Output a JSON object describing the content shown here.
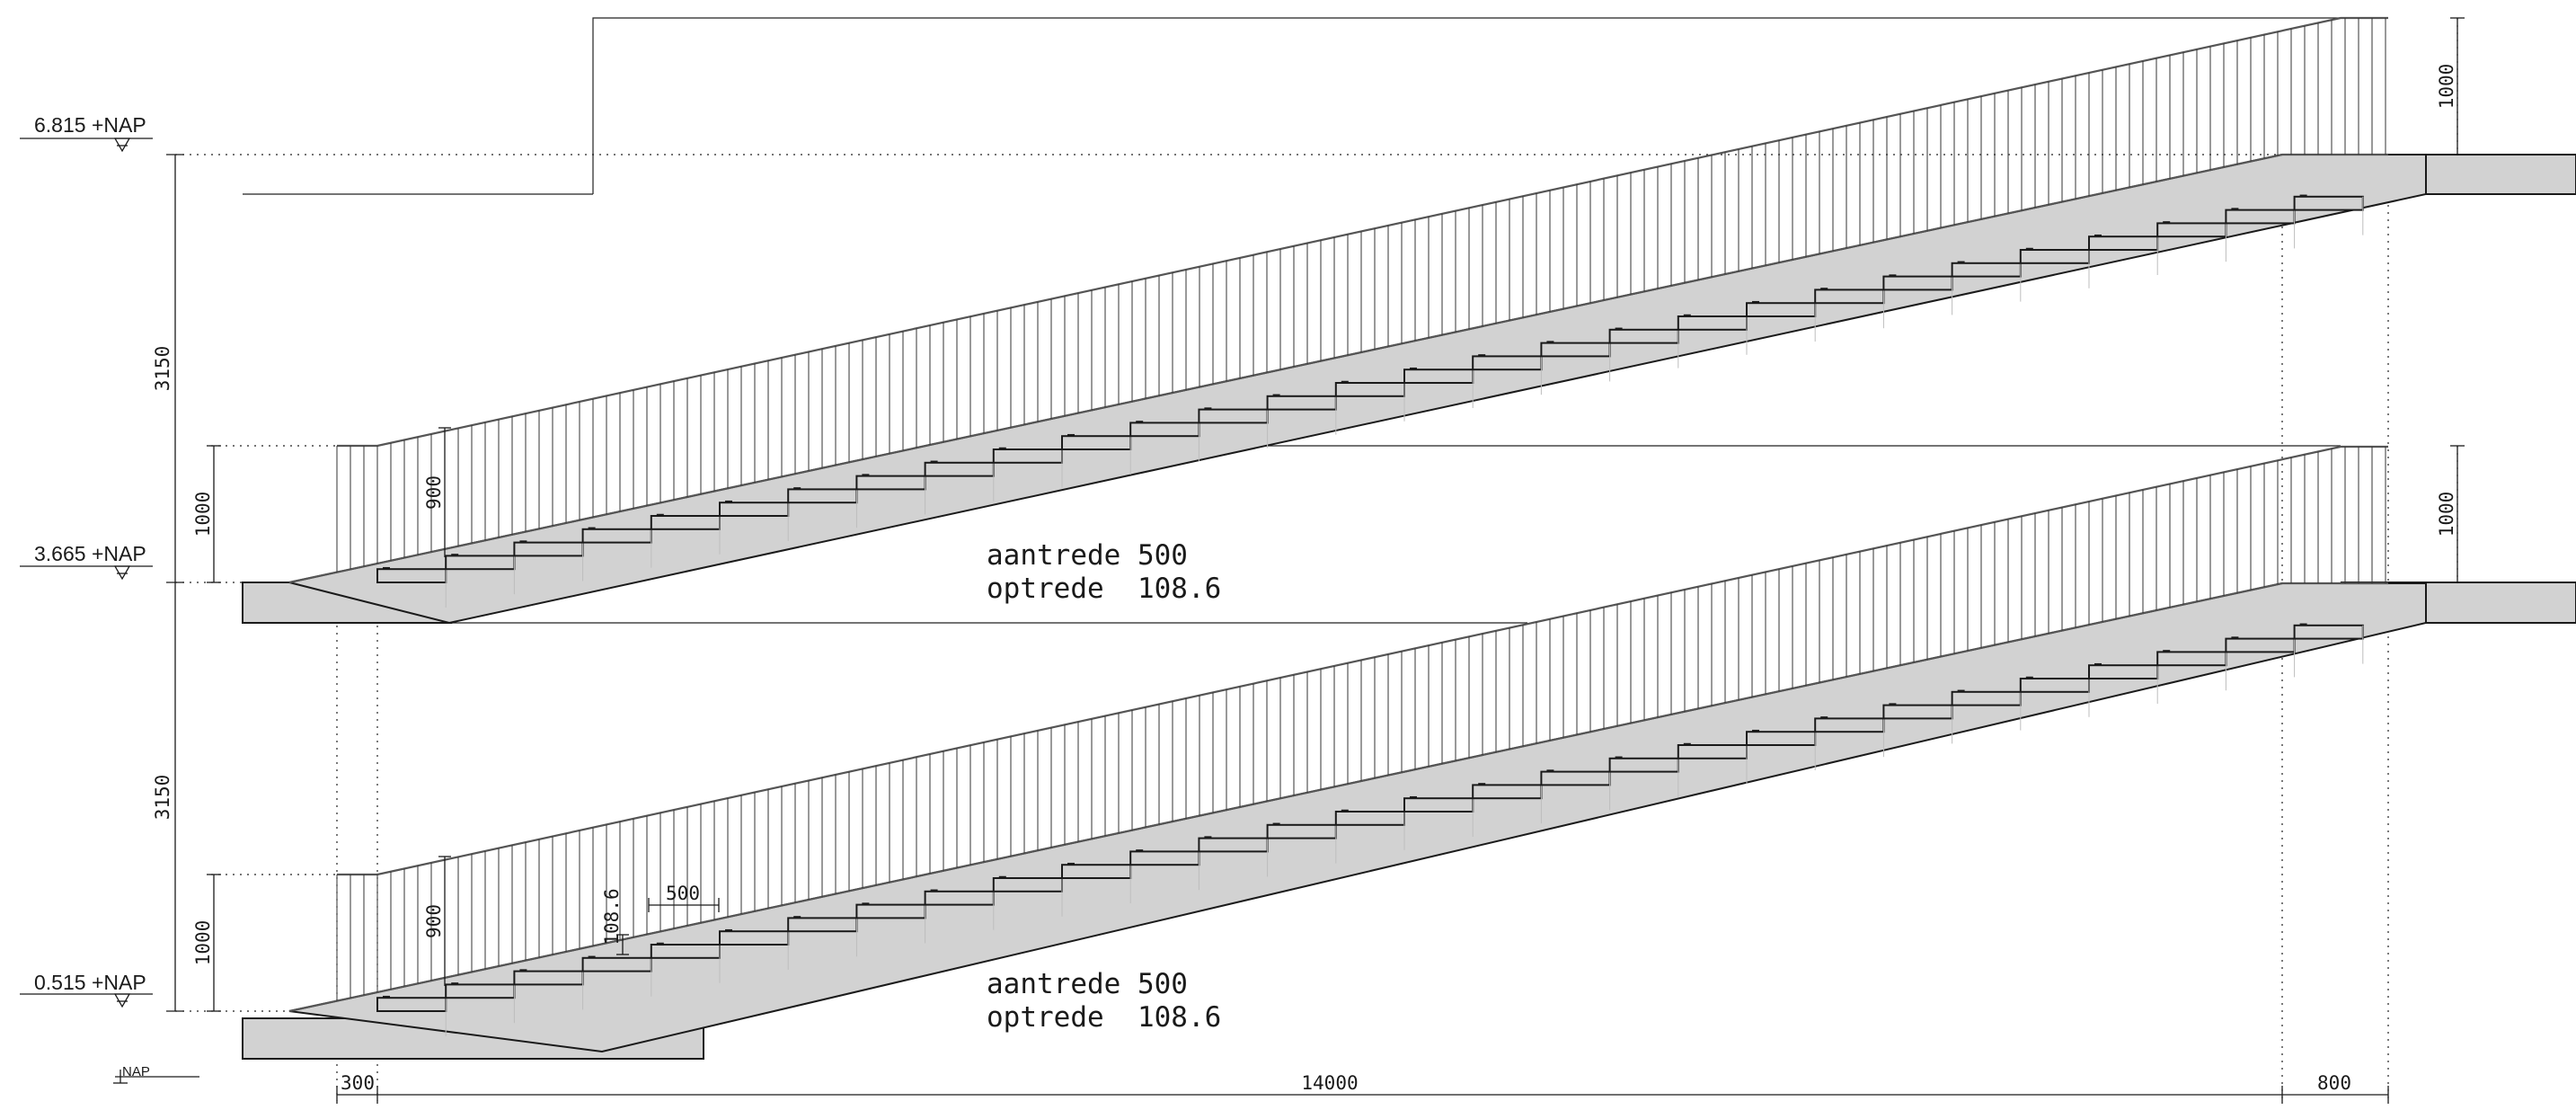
{
  "levels": {
    "top": "6.815 +NAP",
    "middle": "3.665 +NAP",
    "bottom": "0.515 +NAP",
    "nap": "NAP"
  },
  "dimensions": {
    "rise_upper": "3150",
    "rise_lower": "3150",
    "rail_upper_left": "1000",
    "rail_lower_left": "1000",
    "rail_upper_right": "1000",
    "rail_lower_right": "1000",
    "rail_inner_upper": "900",
    "rail_inner_lower": "900",
    "step_height": "108.6",
    "step_tread": "500",
    "span_start": "300",
    "span_main": "14000",
    "span_end": "800"
  },
  "notes": {
    "upper_tread": "aantrede 500",
    "upper_riser": "optrede  108.6",
    "lower_tread": "aantrede 500",
    "lower_riser": "optrede  108.6"
  },
  "colors": {
    "line": "#1a1a1a",
    "fill": "#d2d2d2",
    "rail": "#555555"
  },
  "icons": {
    "level_marker": "level-triangle-icon",
    "arrow": "dimension-tick-icon"
  }
}
